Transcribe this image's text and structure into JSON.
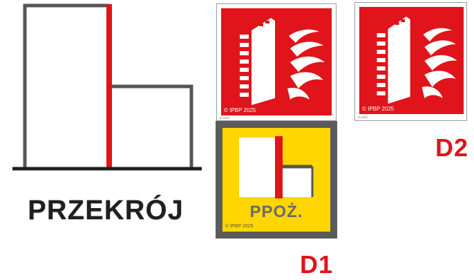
{
  "section": {
    "caption": "PRZEKRÓJ"
  },
  "sign_fire_door": {
    "copyright": "© IPBP 2025"
  },
  "sign_d1": {
    "label": "PPOŻ.",
    "copyright": "© IPBP 2025"
  },
  "labels": {
    "d1": "D1",
    "d2": "D2"
  },
  "colors": {
    "red": "#e0141a",
    "yellow": "#ffd600",
    "dark_gray": "#5b5b5b",
    "wall_gray": "#555555"
  }
}
